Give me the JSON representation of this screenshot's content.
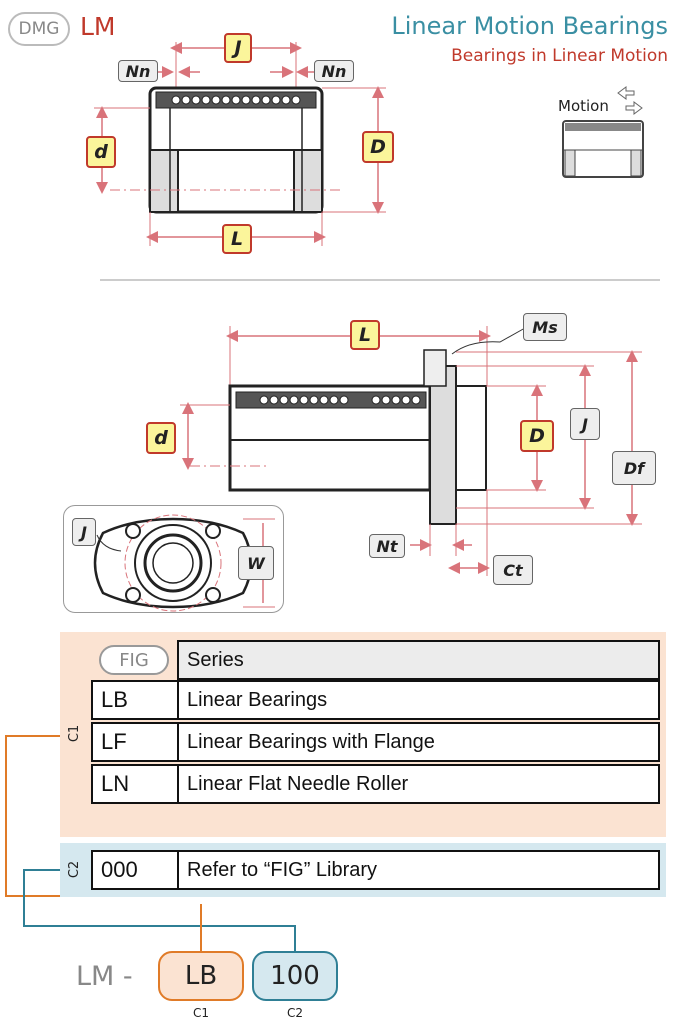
{
  "header": {
    "brand": "DMG",
    "model": "LM",
    "title": "Linear Motion Bearings",
    "subtitle": "Bearings in Linear Motion",
    "motion_label": "Motion"
  },
  "dimensions": {
    "J": "J",
    "Nn": "Nn",
    "d": "d",
    "D": "D",
    "L": "L",
    "Ms": "Ms",
    "Df": "Df",
    "Nt": "Nt",
    "Ct": "Ct",
    "W": "W"
  },
  "colors": {
    "highlight_fill": "#fbf59b",
    "highlight_border": "#c0392b",
    "c1_color": "#e07b28",
    "c2_color": "#2f7f95",
    "c1_bg": "#fbe3d2",
    "c2_bg": "#d5e8ef",
    "dimension_line": "#d9737a"
  },
  "series_table": {
    "label": "C1",
    "fig_label": "FIG",
    "header": "Series",
    "rows": [
      {
        "code": "LB",
        "description": "Linear Bearings"
      },
      {
        "code": "LF",
        "description": "Linear Bearings with Flange"
      },
      {
        "code": "LN",
        "description": "Linear Flat Needle Roller"
      }
    ]
  },
  "size_table": {
    "label": "C2",
    "rows": [
      {
        "code": "000",
        "description": "Refer to “FIG” Library"
      }
    ]
  },
  "part_number": {
    "prefix": "LM -",
    "c1_value": "LB",
    "c2_value": "100",
    "c1_label": "C1",
    "c2_label": "C2"
  }
}
